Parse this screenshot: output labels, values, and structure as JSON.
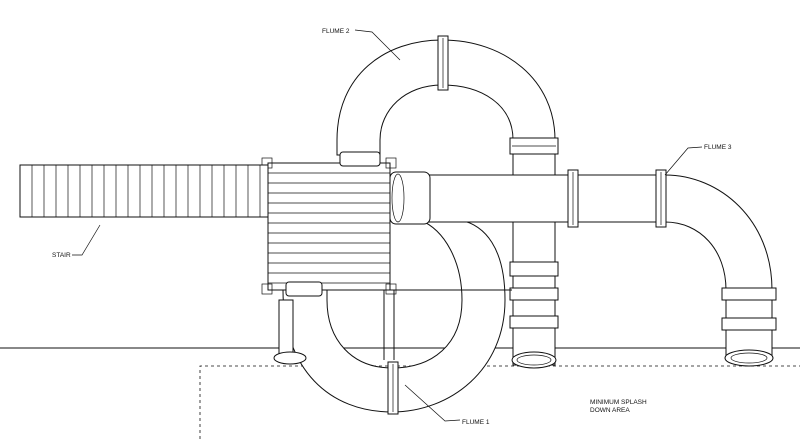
{
  "labels": {
    "flume1": "FLUME 1",
    "flume2": "FLUME 2",
    "flume3": "FLUME 3",
    "stair": "STAIR",
    "splash_line1": "MINIMUM SPLASH",
    "splash_line2": "DOWN AREA"
  }
}
